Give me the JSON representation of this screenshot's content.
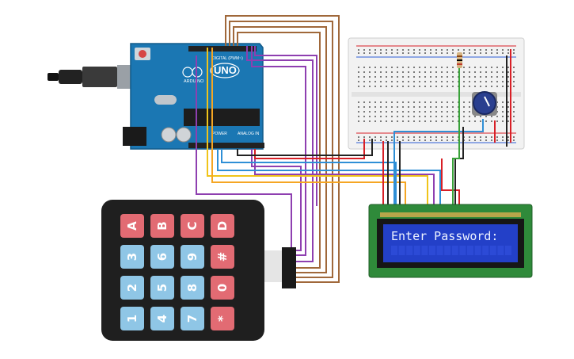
{
  "colors": {
    "arduino_board": "#1b77b3",
    "breadboard": "#f2f2f2",
    "lcd_pcb": "#2f8a3a",
    "lcd_screen": "#2340c8",
    "keypad_body": "#1f1f1f",
    "key_red": "#e26b73",
    "key_blue": "#8fc6e6",
    "wire_brown": "#a0683a",
    "wire_purple": "#8e3fb0",
    "wire_yellow": "#f0c419",
    "wire_blue": "#2f8fd6",
    "wire_red": "#d81f26",
    "wire_black": "#222222",
    "wire_green": "#3aa33a"
  },
  "arduino": {
    "logo_text": "UNO",
    "brand_text": "ARDUINO",
    "digital_label": "DIGITAL (PWM~)",
    "power_label": "POWER",
    "analog_label": "ANALOG IN"
  },
  "lcd": {
    "display_text": "Enter Password:"
  },
  "keypad": {
    "rows": [
      [
        "A",
        "B",
        "C",
        "D"
      ],
      [
        "3",
        "6",
        "9",
        "#"
      ],
      [
        "2",
        "5",
        "8",
        "0"
      ],
      [
        "1",
        "4",
        "7",
        "*"
      ]
    ],
    "key_colors": [
      [
        "red",
        "red",
        "red",
        "red"
      ],
      [
        "blue",
        "blue",
        "blue",
        "red"
      ],
      [
        "blue",
        "blue",
        "blue",
        "red"
      ],
      [
        "blue",
        "blue",
        "blue",
        "red"
      ]
    ]
  }
}
